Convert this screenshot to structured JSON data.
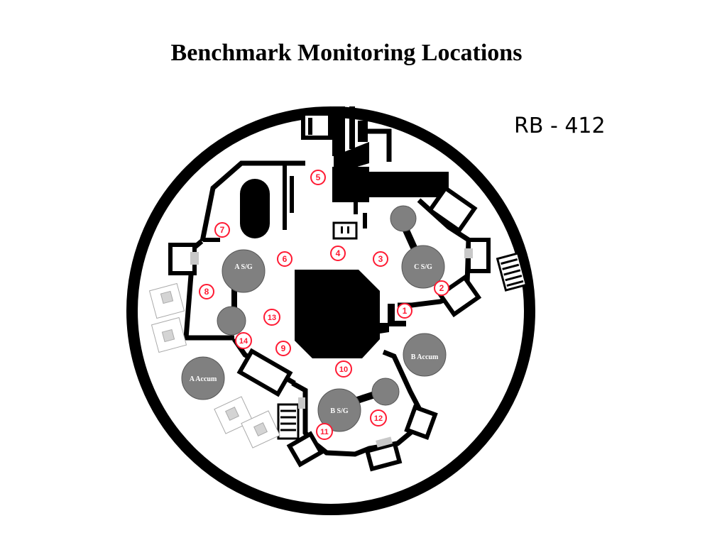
{
  "title": "Benchmark Monitoring Locations",
  "drawing_id": "RB - 412",
  "colors": {
    "wall": "#000000",
    "tank": "#808080",
    "tank_outline": "#555555",
    "marker": "#ff1a33",
    "background": "#ffffff"
  },
  "equipment": {
    "a_sg": "A  S/G",
    "c_sg": "C S/G",
    "b_sg": "B S/G",
    "a_accum": "A Accum",
    "b_accum": "B Accum"
  },
  "markers": [
    "1",
    "2",
    "3",
    "4",
    "5",
    "6",
    "7",
    "8",
    "9",
    "10",
    "11",
    "12",
    "13",
    "14"
  ]
}
